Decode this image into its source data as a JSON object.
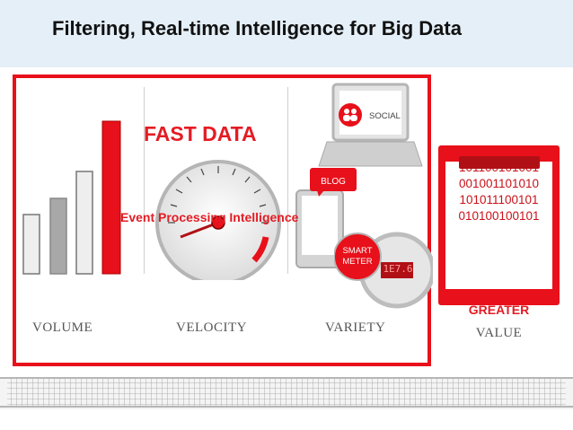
{
  "title": "Filtering, Real-time Intelligence for Big Data",
  "fast_data": "FAST DATA",
  "event_processing": "Event Processing Intelligence",
  "columns": {
    "volume": "VOLUME",
    "velocity": "VELOCITY",
    "variety": "VARIETY"
  },
  "variety_badges": {
    "social": "SOCIAL",
    "blog": "BLOG",
    "smart": "SMART",
    "meter": "METER",
    "meter_reading": "1E7.6"
  },
  "binary_lines": [
    "101100101001",
    "001001101010",
    "101011100101",
    "010100100101"
  ],
  "greater": "GREATER",
  "value": "VALUE",
  "colors": {
    "accent": "#e8101a",
    "header_bg": "#e4eff7",
    "text_dark": "#111111"
  },
  "icons": [
    "volume-bars",
    "speedometer-icon",
    "laptop-icon",
    "tablet-icon",
    "social-people-icon",
    "smart-meter-icon"
  ]
}
